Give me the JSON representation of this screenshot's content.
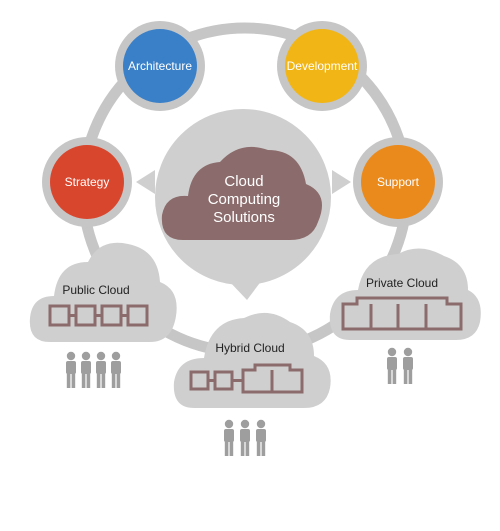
{
  "center": {
    "line1": "Cloud",
    "line2": "Computing",
    "line3": "Solutions",
    "color": "#8b6b6b"
  },
  "nodes": [
    {
      "key": "strategy",
      "label": "Strategy",
      "color": "#d9462e"
    },
    {
      "key": "architecture",
      "label": "Architecture",
      "color": "#3a80c8"
    },
    {
      "key": "development",
      "label": "Development",
      "color": "#f1b515"
    },
    {
      "key": "support",
      "label": "Support",
      "color": "#ea8a1c"
    }
  ],
  "clouds": [
    {
      "key": "public",
      "label": "Public Cloud",
      "users": 4
    },
    {
      "key": "hybrid",
      "label": "Hybrid Cloud",
      "users": 3
    },
    {
      "key": "private",
      "label": "Private Cloud",
      "users": 2
    }
  ],
  "colors": {
    "ring": "#c6c6c6",
    "cloud_fill": "#cfcfcf",
    "server": "#8b6b6b",
    "person": "#9e9e9e"
  }
}
